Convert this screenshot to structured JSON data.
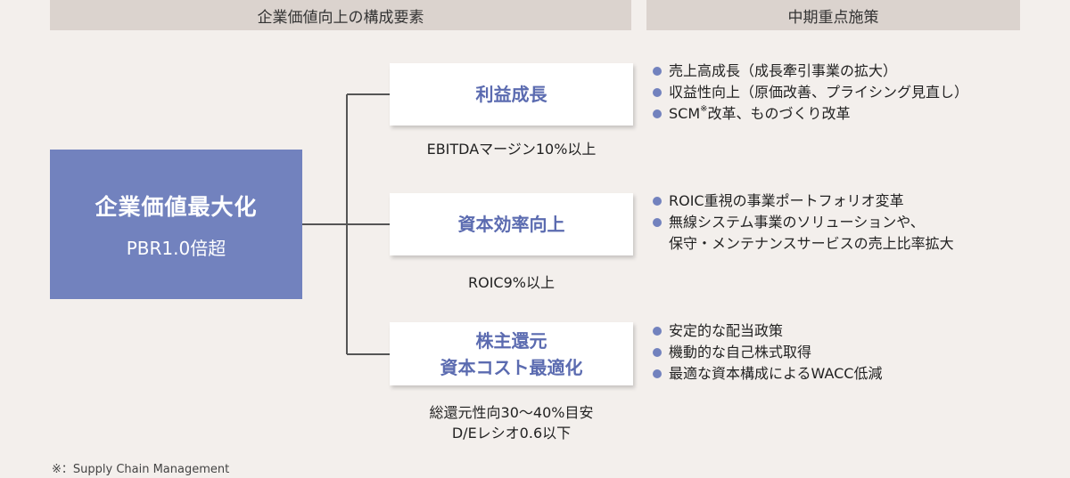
{
  "headers": {
    "left": "企業価値向上の構成要素",
    "right": "中期重点施策"
  },
  "main": {
    "title": "企業価値最大化",
    "subtitle": "PBR1.0倍超"
  },
  "pillars": [
    {
      "title_lines": [
        "利益成長"
      ],
      "target_lines": [
        "EBITDAマージン10%以上"
      ],
      "measures": [
        {
          "text": "売上高成長（成長牽引事業の拡大）"
        },
        {
          "text": "収益性向上（原価改善、プライシング見直し）"
        },
        {
          "text_before": "SCM",
          "sup": "※",
          "text_after": "改革、ものづくり改革"
        }
      ]
    },
    {
      "title_lines": [
        "資本効率向上"
      ],
      "target_lines": [
        "ROIC9%以上"
      ],
      "measures": [
        {
          "text": "ROIC重視の事業ポートフォリオ変革"
        },
        {
          "text_lines": [
            "無線システム事業のソリューションや、",
            "保守・メンテナンスサービスの売上比率拡大"
          ]
        }
      ]
    },
    {
      "title_lines": [
        "株主還元",
        "資本コスト最適化"
      ],
      "target_lines": [
        "総還元性向30〜40%目安",
        "D/Eレシオ0.6以下"
      ],
      "measures": [
        {
          "text": "安定的な配当政策"
        },
        {
          "text": "機動的な自己株式取得"
        },
        {
          "text": "最適な資本構成によるWACC低減"
        }
      ]
    }
  ],
  "footnote": "※：Supply Chain Management",
  "colors": {
    "background": "#f3efec",
    "header_bg": "#dbd3ce",
    "main_box": "#7282be",
    "pillar_text": "#5b6bb0",
    "bullet": "#7282be",
    "connector": "#555555"
  }
}
